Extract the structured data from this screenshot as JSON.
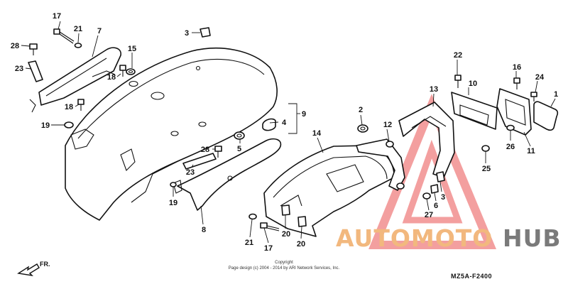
{
  "callouts": [
    {
      "id": "17a",
      "text": "17"
    },
    {
      "id": "21a",
      "text": "21"
    },
    {
      "id": "7",
      "text": "7"
    },
    {
      "id": "28a",
      "text": "28"
    },
    {
      "id": "23a",
      "text": "23"
    },
    {
      "id": "3a",
      "text": "3"
    },
    {
      "id": "15",
      "text": "15"
    },
    {
      "id": "18a",
      "text": "18"
    },
    {
      "id": "18b",
      "text": "18"
    },
    {
      "id": "19a",
      "text": "19"
    },
    {
      "id": "9",
      "text": "9"
    },
    {
      "id": "4",
      "text": "4"
    },
    {
      "id": "5",
      "text": "5"
    },
    {
      "id": "28b",
      "text": "28"
    },
    {
      "id": "23b",
      "text": "23"
    },
    {
      "id": "19b",
      "text": "19"
    },
    {
      "id": "8",
      "text": "8"
    },
    {
      "id": "14",
      "text": "14"
    },
    {
      "id": "2",
      "text": "2"
    },
    {
      "id": "12",
      "text": "12"
    },
    {
      "id": "13",
      "text": "13"
    },
    {
      "id": "22",
      "text": "22"
    },
    {
      "id": "10",
      "text": "10"
    },
    {
      "id": "16",
      "text": "16"
    },
    {
      "id": "24",
      "text": "24"
    },
    {
      "id": "1",
      "text": "1"
    },
    {
      "id": "26",
      "text": "26"
    },
    {
      "id": "11",
      "text": "11"
    },
    {
      "id": "25",
      "text": "25"
    },
    {
      "id": "3b",
      "text": "3"
    },
    {
      "id": "6",
      "text": "6"
    },
    {
      "id": "27",
      "text": "27"
    },
    {
      "id": "20a",
      "text": "20"
    },
    {
      "id": "20b",
      "text": "20"
    },
    {
      "id": "21b",
      "text": "21"
    },
    {
      "id": "17b",
      "text": "17"
    }
  ],
  "copyright": {
    "line1": "Copyright",
    "line2": "Page design (c) 2004 - 2014 by ARI Network Services, Inc."
  },
  "diagram_code": "MZ5A-F2400",
  "direction_label": "FR.",
  "watermark": {
    "part1": "AUTOMOTO",
    "part2": "HUB",
    "color1": "#f2b87e",
    "color2": "#7a7a7a",
    "triangle_color": "#f08080"
  }
}
